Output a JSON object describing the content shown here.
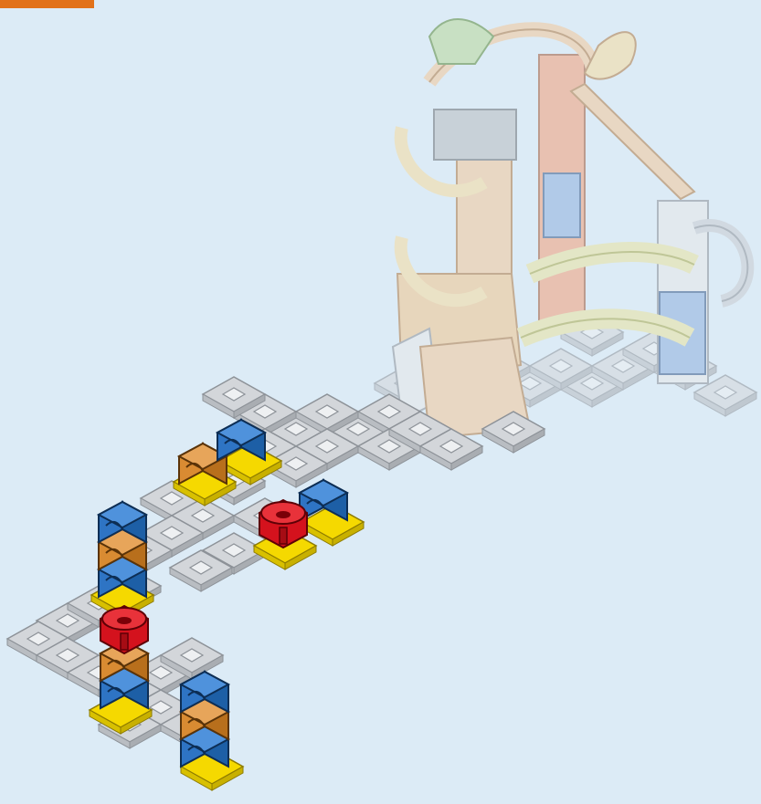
{
  "scene": {
    "kind": "marble-run-build-step",
    "colors": {
      "background": "#dcebf6",
      "step_marker": "#e2721a",
      "base_plate": "#c9ccd0",
      "base_plate_edge": "#8d9298",
      "highlight": "#f5d900",
      "blue_piece": "#1d5fa6",
      "orange_piece": "#c97b22",
      "red_piece": "#d4121d",
      "faded_tower": "#f2c89a",
      "faded_rail": "#e9d27a"
    },
    "pieces": {
      "front_stack": [
        "red-funnel",
        "orange-block",
        "blue-block"
      ],
      "right_stack": [
        "blue-block",
        "orange-block",
        "blue-block"
      ],
      "left_tall_stack": [
        "blue-block",
        "orange-block",
        "blue-block"
      ],
      "mid_pair_left": [
        "orange-block"
      ],
      "mid_pair_right": [
        "blue-block"
      ],
      "mid_funnel": [
        "red-funnel"
      ],
      "mid_funnel_neighbor": [
        "blue-block"
      ]
    }
  }
}
